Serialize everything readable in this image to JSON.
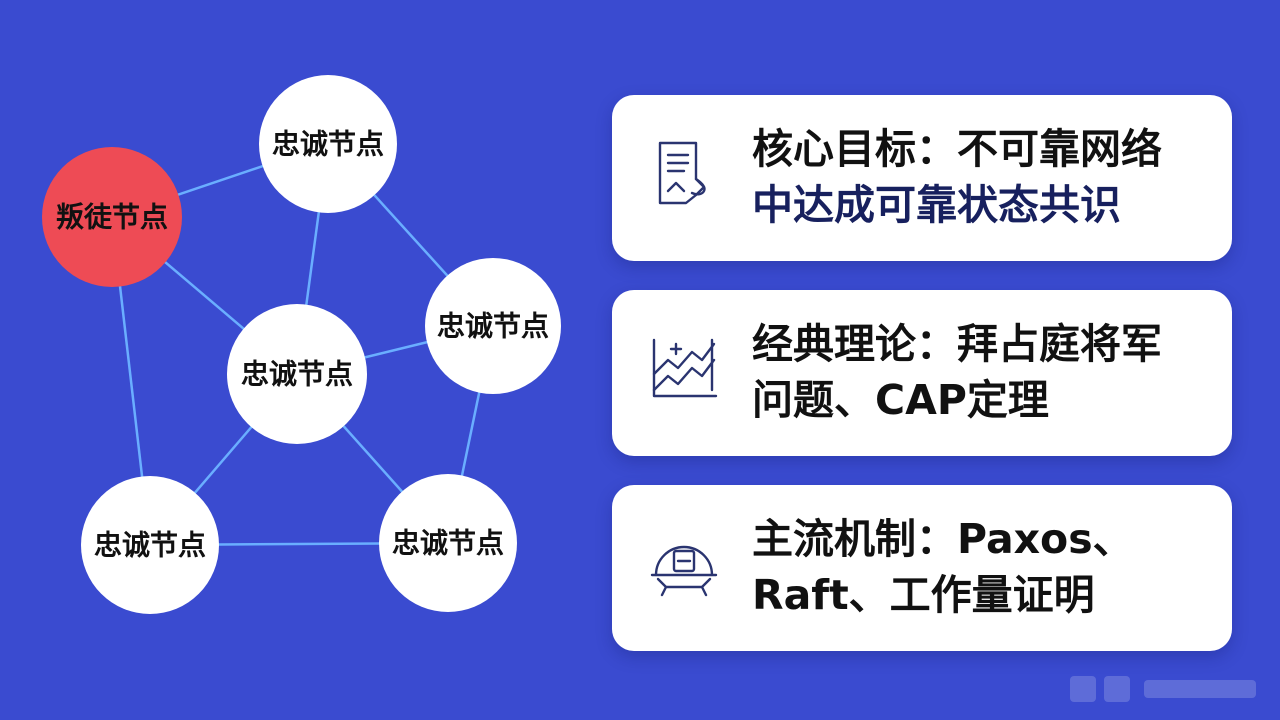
{
  "colors": {
    "background": "#3a4bd0",
    "edge": "#6aaeff",
    "loyal_fill": "#ffffff",
    "traitor_fill": "#ee4b55",
    "icon_stroke": "#2a3470",
    "dark_text": "#111111",
    "accent_text": "#17205e"
  },
  "network": {
    "nodes": [
      {
        "id": "traitor",
        "label": "叛徒节点",
        "kind": "traitor"
      },
      {
        "id": "top",
        "label": "忠诚节点",
        "kind": "loyal"
      },
      {
        "id": "right",
        "label": "忠诚节点",
        "kind": "loyal"
      },
      {
        "id": "center",
        "label": "忠诚节点",
        "kind": "loyal"
      },
      {
        "id": "bottom_left",
        "label": "忠诚节点",
        "kind": "loyal"
      },
      {
        "id": "bottom_right",
        "label": "忠诚节点",
        "kind": "loyal"
      }
    ],
    "edges": [
      [
        "traitor",
        "top"
      ],
      [
        "traitor",
        "center"
      ],
      [
        "traitor",
        "bottom_left"
      ],
      [
        "top",
        "right"
      ],
      [
        "top",
        "center"
      ],
      [
        "center",
        "right"
      ],
      [
        "center",
        "bottom_left"
      ],
      [
        "center",
        "bottom_right"
      ],
      [
        "right",
        "bottom_right"
      ],
      [
        "bottom_left",
        "bottom_right"
      ]
    ]
  },
  "cards": [
    {
      "icon": "document-icon",
      "line1": "核心目标：不可靠网络",
      "line2": "中达成可靠状态共识"
    },
    {
      "icon": "line-chart-icon",
      "line1": "经典理论：拜占庭将军",
      "line2": "问题、CAP定理"
    },
    {
      "icon": "mechanism-icon",
      "line1": "主流机制：Paxos、",
      "line2": "Raft、工作量证明"
    }
  ]
}
